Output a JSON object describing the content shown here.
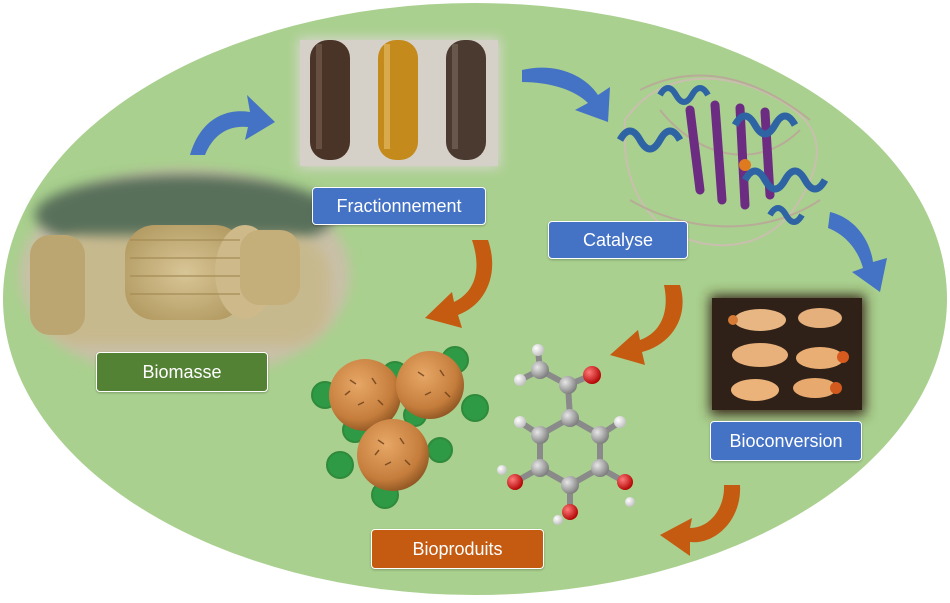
{
  "diagram": {
    "labels": {
      "biomasse": "Biomasse",
      "fractionnement": "Fractionnement",
      "catalyse": "Catalyse",
      "bioconversion": "Bioconversion",
      "bioproduits": "Bioproduits"
    },
    "colors": {
      "background_ellipse": "#a9d08e",
      "biomasse_box": "#548235",
      "process_box": "#4472c4",
      "bioproduits_box": "#c55a11",
      "cycle_arrow": "#4472c4",
      "product_arrow": "#c55a11"
    },
    "images": [
      "hay-bales-photo",
      "test-tubes-photo",
      "protein-structure-image",
      "termites-photo",
      "nanoparticles-illustration",
      "molecule-model"
    ]
  }
}
